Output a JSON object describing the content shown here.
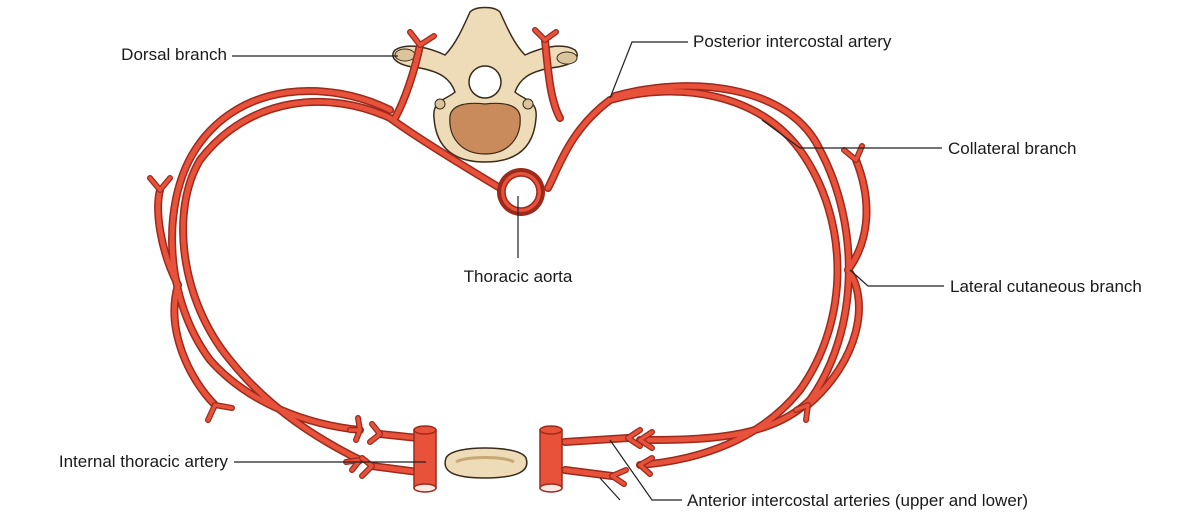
{
  "labels": {
    "dorsal_branch": "Dorsal branch",
    "posterior_intercostal_artery": "Posterior intercostal artery",
    "collateral_branch": "Collateral branch",
    "thoracic_aorta": "Thoracic aorta",
    "lateral_cutaneous_branch": "Lateral cutaneous branch",
    "internal_thoracic_artery": "Internal thoracic artery",
    "anterior_intercostal_arteries": "Anterior intercostal arteries (upper and lower)"
  },
  "colors": {
    "artery": "#e8513a",
    "artery_outline": "#9c2a1c",
    "bone": "#eedcb8",
    "marrow": "#c98a5c",
    "text": "#1a1a1a"
  }
}
